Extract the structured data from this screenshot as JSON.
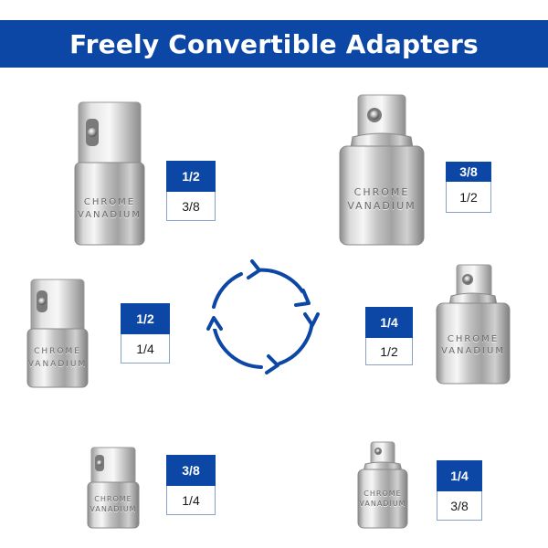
{
  "title": "Freely Convertible Adapters",
  "colors": {
    "brand_blue": "#0c47a6",
    "background": "#ffffff",
    "steel": "#c8c8c8"
  },
  "engraving": {
    "line1": "CHROME",
    "line2": "VANADIUM"
  },
  "adapters": [
    {
      "from": "1/2",
      "to": "3/8"
    },
    {
      "from": "3/8",
      "to": "1/2"
    },
    {
      "from": "1/2",
      "to": "1/4"
    },
    {
      "from": "1/4",
      "to": "1/2"
    },
    {
      "from": "3/8",
      "to": "1/4"
    },
    {
      "from": "1/4",
      "to": "3/8"
    }
  ],
  "center_icon": "circular-arrows-icon"
}
